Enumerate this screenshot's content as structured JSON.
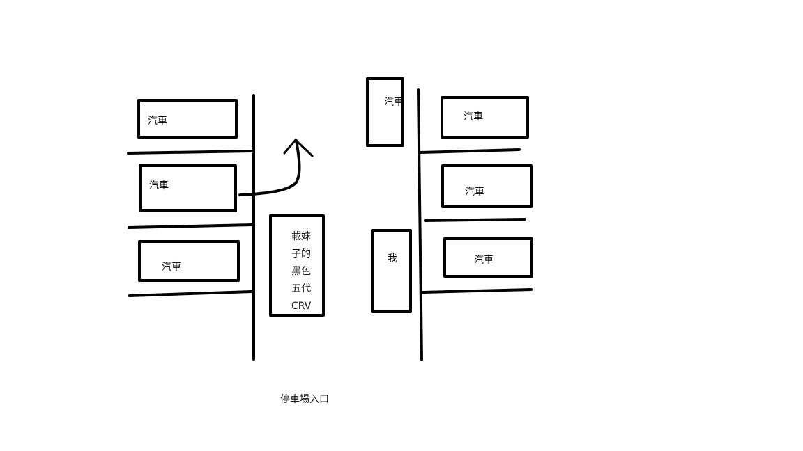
{
  "diagram": {
    "parked_car_label": "汽車",
    "my_car_label": "我",
    "crv_label_lines": [
      "載妹",
      "子的",
      "黑色",
      "五代",
      "CRV"
    ],
    "entrance_label": "停車場入口",
    "stroke_color": "#000000"
  }
}
